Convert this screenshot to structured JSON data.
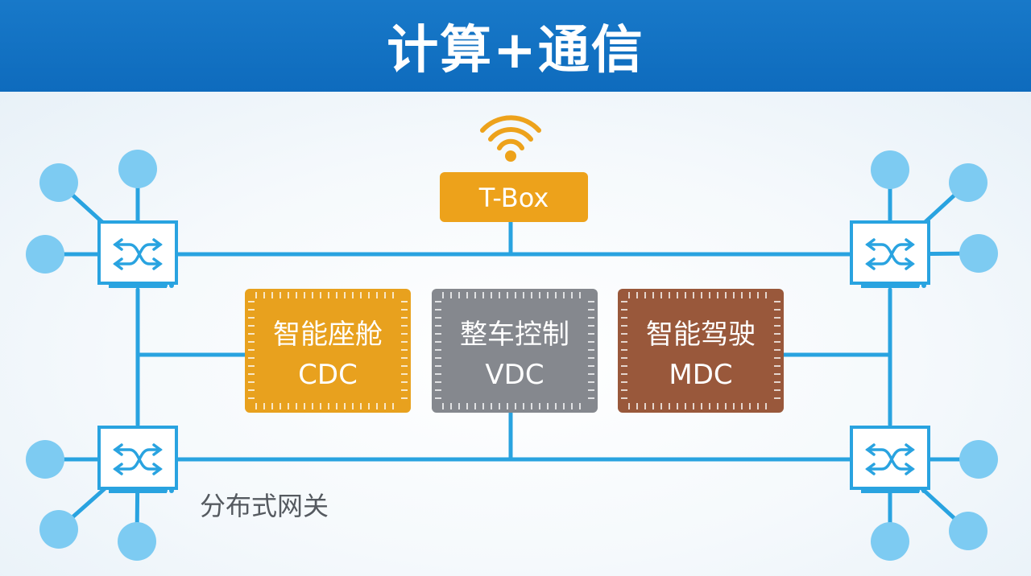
{
  "header": {
    "title": "计算+通信"
  },
  "tbox": {
    "label": "T-Box"
  },
  "domains": [
    {
      "name": "智能座舱",
      "code": "CDC"
    },
    {
      "name": "整车控制",
      "code": "VDC"
    },
    {
      "name": "智能驾驶",
      "code": "MDC"
    }
  ],
  "gateway": {
    "label": "分布式网关"
  },
  "colors": {
    "header": "#0e6bbd",
    "bus": "#29a3e0",
    "node": "#7dcbf2",
    "tbox": "#eda21b",
    "cdc": "#e8a11e",
    "vdc": "#85888e",
    "mdc": "#99583b"
  },
  "icons": [
    "wifi-signal-icon",
    "switch-icon"
  ]
}
